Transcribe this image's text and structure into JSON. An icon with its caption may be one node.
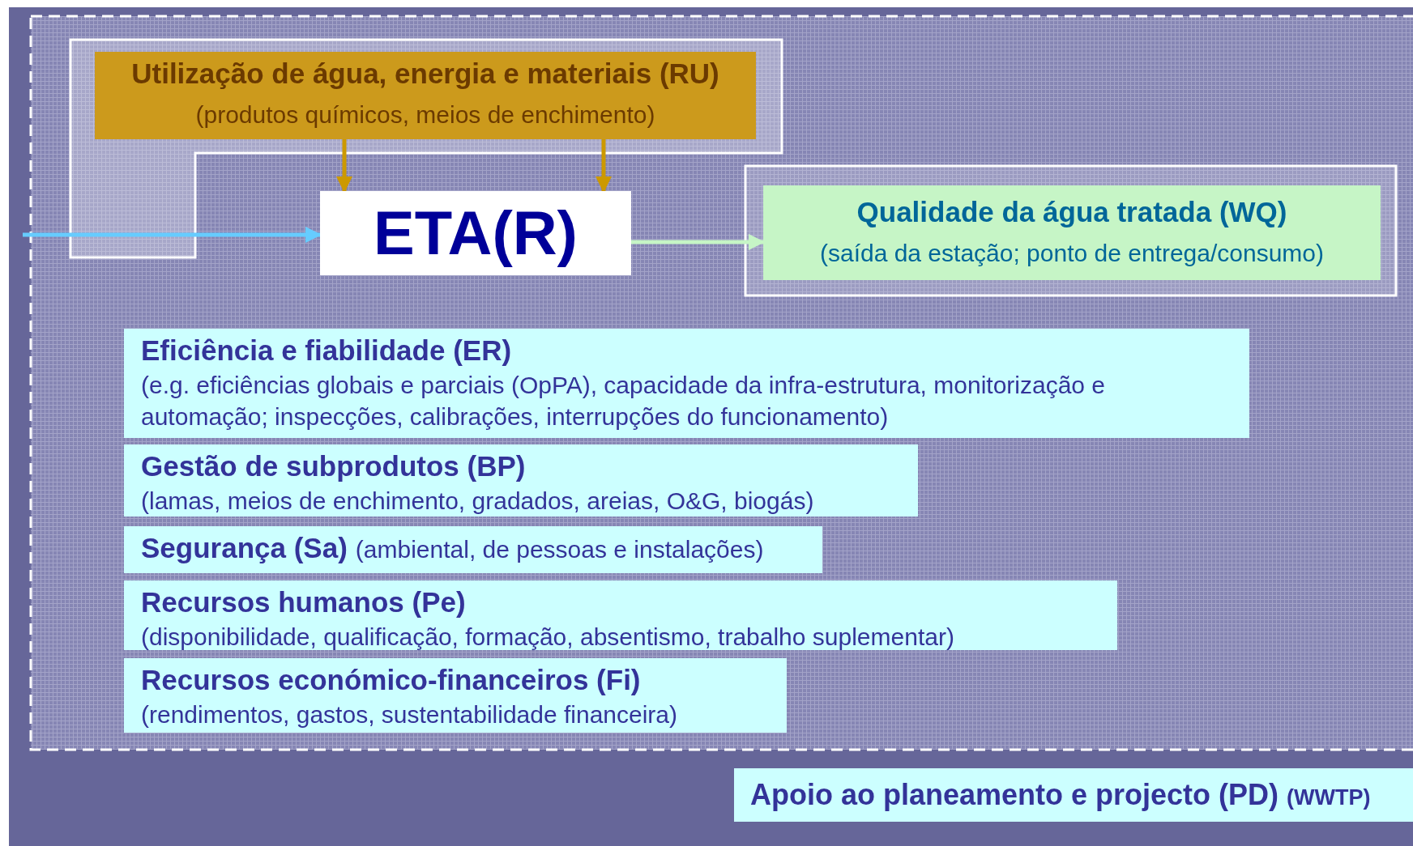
{
  "diagram": {
    "nodes": [
      {
        "text": [
          "Utilização de água, energia e materiais (RU)",
          "(produtos químicos, meios de enchimento)"
        ]
      },
      {
        "text": [
          "ETA(R)"
        ]
      },
      {
        "text": [
          "Qualidade da água tratada (WQ)",
          "(saída da estação; ponto de entrega/consumo)"
        ]
      },
      {
        "text": [
          "Eficiência e fiabilidade (ER)",
          "(e.g. eficiências globais e parciais (OpPA), capacidade da infra-estrutura, monitorização e automação; inspecções, calibrações, interrupções do funcionamento)"
        ]
      },
      {
        "text": [
          "Gestão de subprodutos (BP)",
          "(lamas, meios de enchimento, gradados, areias, O&G, biogás)"
        ]
      },
      {
        "text": [
          "Segurança (Sa)",
          "(ambiental, de pessoas e instalações)"
        ]
      },
      {
        "text": [
          "Recursos humanos (Pe)",
          "(disponibilidade, qualificação, formação, absentismo, trabalho suplementar)"
        ]
      },
      {
        "text": [
          "Recursos económico-financeiros (Fi)",
          "(rendimentos, gastos, sustentabilidade financeira)"
        ]
      },
      {
        "text": [
          "Apoio ao planeamento e projecto (PD)",
          "(WWTP)"
        ]
      }
    ],
    "edges": [
      {
        "from": null,
        "to": 1,
        "arrow": "to",
        "color": "#66ccff"
      },
      {
        "from": 0,
        "to": 1,
        "arrow": "to"
      },
      {
        "from": 0,
        "to": 1,
        "arrow": "to"
      },
      {
        "from": 1,
        "to": 2,
        "arrow": "to",
        "color": "#c6f5c6"
      }
    ]
  }
}
